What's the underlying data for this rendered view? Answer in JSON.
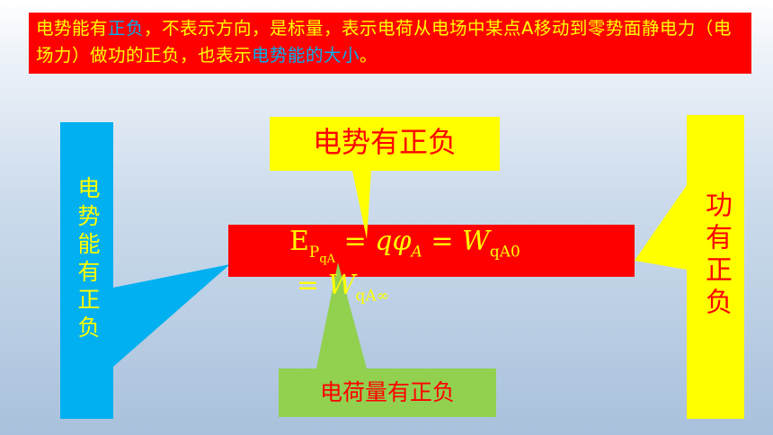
{
  "banner": {
    "seg1": "电势能有",
    "seg2": "正负",
    "seg3": "，不表示方向，是标量，表示电荷从电场中某点A移动到零势面静电力（电场力）做功的正负，也表示",
    "seg4": "电势能的大小",
    "seg5": "。"
  },
  "callouts": {
    "left": "电势能有正负",
    "top": "电势有正负",
    "bottom": "电荷量有正负",
    "right": "功有正负"
  },
  "formula": {
    "E": "E",
    "E_sub": "P",
    "E_subsub": "qA",
    "eq1": " = ",
    "q": "q",
    "phi": "φ",
    "phi_sub": "A",
    "eq2": " = ",
    "W1": "W",
    "W1_sub": "qA0",
    "eq3": "= ",
    "W2": "W",
    "W2_sub": "qA∞"
  },
  "colors": {
    "banner_bg": "#ff0000",
    "banner_text": "#ffff00",
    "highlight": "#00b0f0",
    "left_box": "#00b0f0",
    "top_box": "#ffff00",
    "bottom_box": "#92d050",
    "right_box": "#ffff00",
    "formula_bg": "#ff0000"
  }
}
